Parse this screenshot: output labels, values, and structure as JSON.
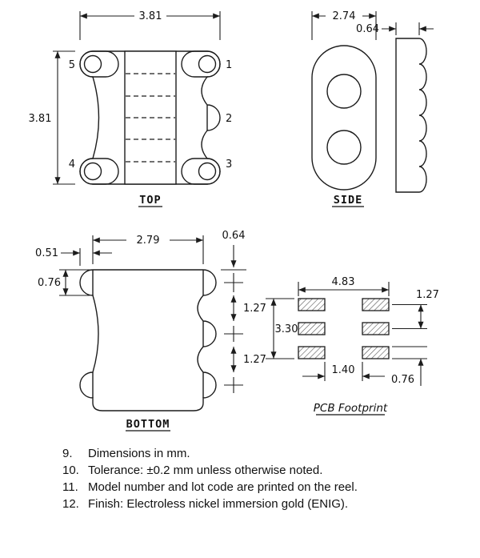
{
  "page": {
    "background": "#ffffff",
    "line_color": "#1c1c1c"
  },
  "views": {
    "top": {
      "label": "TOP",
      "dims": {
        "width": "3.81",
        "height": "3.81"
      },
      "pins": {
        "p1": "1",
        "p2": "2",
        "p3": "3",
        "p4": "4",
        "p5": "5"
      }
    },
    "side": {
      "label": "SIDE",
      "dims": {
        "width": "2.74",
        "tab": "0.64"
      }
    },
    "bottom": {
      "label": "BOTTOM",
      "dims": {
        "width": "2.79",
        "edge_offset": "0.51",
        "pad_height": "0.76",
        "pin_offset": "0.64",
        "pitch1": "1.27",
        "pitch2": "1.27"
      }
    },
    "footprint": {
      "label": "PCB Footprint",
      "dims": {
        "width": "4.83",
        "pitch": "1.27",
        "height": "3.30",
        "gap": "1.40",
        "pad_height": "0.76"
      }
    }
  },
  "notes": [
    {
      "num": "9.",
      "text": "Dimensions in mm."
    },
    {
      "num": "10.",
      "text": "Tolerance: ±0.2 mm unless otherwise noted."
    },
    {
      "num": "11.",
      "text": "Model number and lot code are printed on the reel."
    },
    {
      "num": "12.",
      "text": "Finish: Electroless nickel immersion gold (ENIG)."
    }
  ]
}
